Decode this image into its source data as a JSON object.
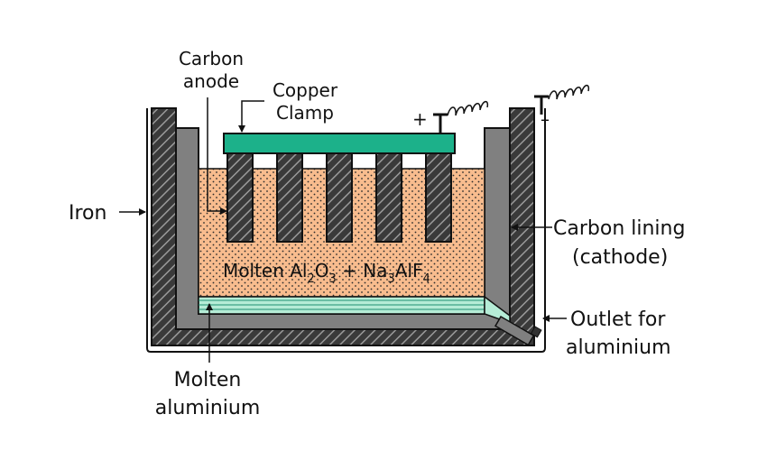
{
  "labels": {
    "carbon_anode_1": "Carbon",
    "carbon_anode_2": "anode",
    "copper_clamp_1": "Copper",
    "copper_clamp_2": "Clamp",
    "iron": "Iron",
    "carbon_lining_1": "Carbon lining",
    "carbon_lining_2": "(cathode)",
    "electrolyte": {
      "t1": "Molten Al",
      "s1": "2",
      "t2": "O",
      "s2": "3",
      "t3": " + Na",
      "s3": "3",
      "t4": "AlF",
      "s4": "4"
    },
    "outlet_1": "Outlet for",
    "outlet_2": "aluminium",
    "molten_al_1": "Molten",
    "molten_al_2": "aluminium",
    "plus": "+",
    "minus": "–"
  },
  "colors": {
    "electrolyte": "#f8bc8e",
    "clamp": "#1cb18a",
    "molten_aluminium": "#b5ecd6",
    "carbon_lining": "#808080",
    "hatch": "#2a2a2a"
  }
}
